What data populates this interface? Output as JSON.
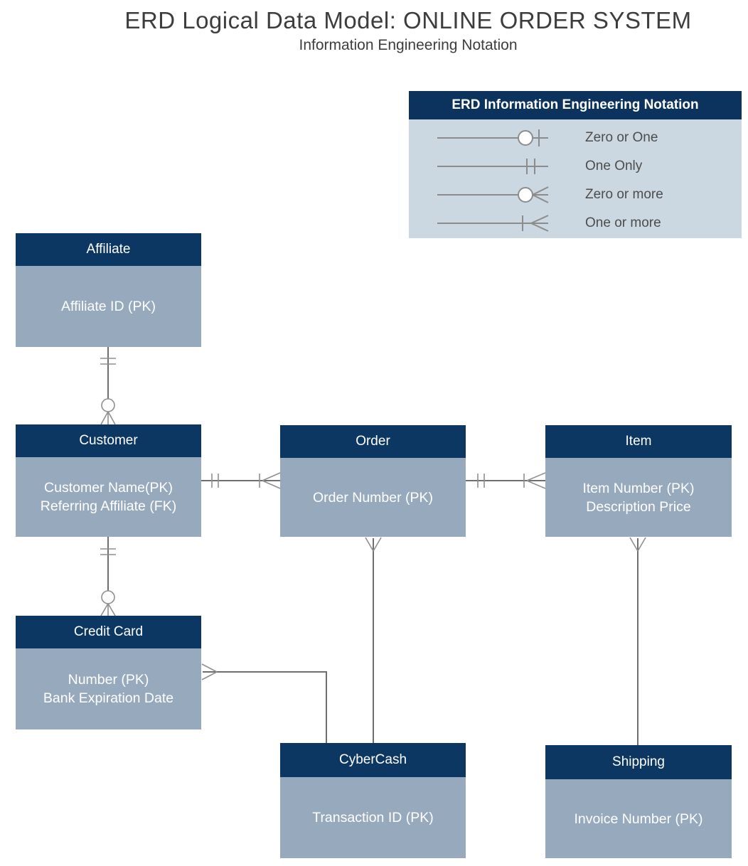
{
  "title": "ERD Logical Data Model: ONLINE ORDER SYSTEM",
  "subtitle": "Information Engineering Notation",
  "colors": {
    "entity_header": "#0d3763",
    "entity_body": "#97a9bd",
    "legend_header": "#0b335e",
    "legend_body": "#ccd8e1",
    "connector_gray": "#6f6f6f"
  },
  "legend": {
    "title": "ERD Information Engineering Notation",
    "items": [
      {
        "symbol": "zero-or-one",
        "label": "Zero or One"
      },
      {
        "symbol": "one-only",
        "label": "One Only"
      },
      {
        "symbol": "zero-or-more",
        "label": "Zero or more"
      },
      {
        "symbol": "one-or-more",
        "label": "One or more"
      }
    ]
  },
  "entities": {
    "affiliate": {
      "name": "Affiliate",
      "attributes": [
        "Affiliate ID (PK)"
      ]
    },
    "customer": {
      "name": "Customer",
      "attributes": [
        "Customer Name(PK)",
        "Referring Affiliate (FK)"
      ]
    },
    "order": {
      "name": "Order",
      "attributes": [
        "Order Number (PK)"
      ]
    },
    "item": {
      "name": "Item",
      "attributes": [
        "Item Number (PK)",
        "Description Price"
      ]
    },
    "credit_card": {
      "name": "Credit Card",
      "attributes": [
        "Number (PK)",
        "Bank Expiration Date"
      ]
    },
    "cybercash": {
      "name": "CyberCash",
      "attributes": [
        "Transaction ID (PK)"
      ]
    },
    "shipping": {
      "name": "Shipping",
      "attributes": [
        "Invoice Number (PK)"
      ]
    }
  },
  "relationships": [
    {
      "from": "Affiliate",
      "to": "Customer",
      "from_end": "one-only",
      "to_end": "zero-or-more"
    },
    {
      "from": "Customer",
      "to": "Order",
      "from_end": "one-only",
      "to_end": "one-or-more"
    },
    {
      "from": "Order",
      "to": "Item",
      "from_end": "one-only",
      "to_end": "one-or-more"
    },
    {
      "from": "Customer",
      "to": "Credit Card",
      "from_end": "one-only",
      "to_end": "zero-or-more"
    },
    {
      "from": "Credit Card",
      "to": "CyberCash",
      "from_end": "crows-foot",
      "to_end": "plain"
    },
    {
      "from": "Order",
      "to": "CyberCash",
      "from_end": "crows-foot",
      "to_end": "plain"
    },
    {
      "from": "Item",
      "to": "Shipping",
      "from_end": "crows-foot",
      "to_end": "plain"
    }
  ]
}
